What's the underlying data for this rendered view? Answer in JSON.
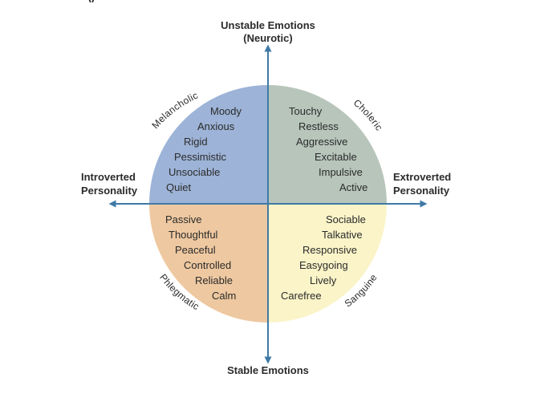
{
  "axes": {
    "top": [
      "Unstable Emotions",
      "(Neurotic)"
    ],
    "bottom": [
      "Stable Emotions"
    ],
    "left": [
      "Introverted",
      "Personality"
    ],
    "right": [
      "Extroverted",
      "Personality"
    ]
  },
  "quadrants": [
    {
      "key": "melancholic",
      "temperament": "Melancholic",
      "color": "#9db3d7",
      "traits": [
        "Moody",
        "Anxious",
        "Rigid",
        "Pessimistic",
        "Unsociable",
        "Quiet"
      ]
    },
    {
      "key": "choleric",
      "temperament": "Choleric",
      "color": "#b7c5bb",
      "traits": [
        "Touchy",
        "Restless",
        "Aggressive",
        "Excitable",
        "Impulsive",
        "Active"
      ]
    },
    {
      "key": "phlegmatic",
      "temperament": "Phlegmatic",
      "color": "#eec8a0",
      "traits": [
        "Passive",
        "Thoughtful",
        "Peaceful",
        "Controlled",
        "Reliable",
        "Calm"
      ]
    },
    {
      "key": "sanguine",
      "temperament": "Sanguine",
      "color": "#faf4c8",
      "traits": [
        "Sociable",
        "Talkative",
        "Responsive",
        "Easygoing",
        "Lively",
        "Carefree"
      ]
    }
  ],
  "colors": {
    "axis": "#3f7aa6",
    "text": "#2b2b2b"
  }
}
